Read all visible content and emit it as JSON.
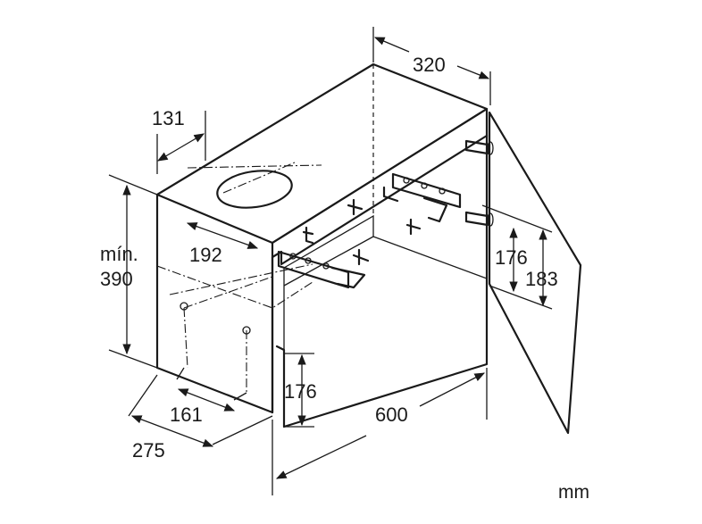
{
  "dimensions": {
    "depth_top": "320",
    "outlet_offset": "131",
    "outlet_position": "192",
    "min_label": "mín.",
    "min_height": "390",
    "bracket_height_1": "176",
    "bracket_height_2": "183",
    "front_height": "176",
    "width": "600",
    "side_hole_offset": "161",
    "side_depth": "275"
  },
  "unit": "mm",
  "colors": {
    "line": "#1a1a1a",
    "background": "#ffffff"
  }
}
